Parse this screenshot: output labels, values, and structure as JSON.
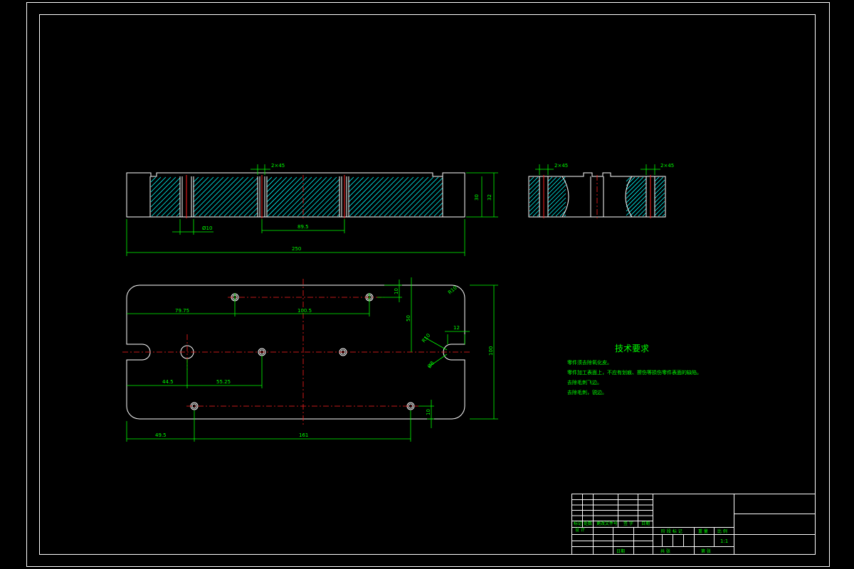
{
  "colors": {
    "background": "#000000",
    "outline": "#ffffff",
    "dimension": "#00ff00",
    "centerline": "#ff2020",
    "hatch": "#00ffff"
  },
  "front_view": {
    "chamfer_left": "2×45",
    "dim_hole_dia": "Ø10",
    "dim_hole_pitch": "89.5",
    "dim_total_length": "250",
    "dim_height_inner": "30",
    "dim_height_outer": "32"
  },
  "side_view": {
    "chamfer_left": "2×45",
    "chamfer_right": "2×45"
  },
  "top_view": {
    "dim_top_holes_offset": "79.75",
    "dim_top_holes_pitch": "100.5",
    "dim_top_edge": "10",
    "dim_corner_radius": "R10",
    "dim_center_y": "50",
    "dim_slot_width": "12",
    "dim_slot_radius": "R10",
    "dim_slot_dia": "Ø8",
    "dim_total_width": "100",
    "dim_center_hole_x": "44.5",
    "dim_center_hole_pitch": "55.25",
    "dim_bottom_hole_x": "49.5",
    "dim_bottom_hole_pitch": "161",
    "dim_bottom_edge": "10"
  },
  "notes": {
    "title": "技术要求",
    "items": [
      "零件须去除氧化皮。",
      "零件加工表面上，不应有划痕、擦伤等损伤零件表面的缺陷。",
      "去除毛刺飞边。",
      "去除毛刺，锐边。"
    ]
  },
  "title_block": {
    "labels": {
      "mark": "标记",
      "count": "处数",
      "change_doc": "更改文件号",
      "signature": "签 字",
      "date": "日期",
      "designer": "设 计",
      "stage_mark": "阶 段 标 记",
      "weight": "重 量",
      "scale": "比 例",
      "scale_value": "1:1",
      "sheets_total": "共  张",
      "sheet_no": "第  张",
      "date2": "日期"
    }
  }
}
